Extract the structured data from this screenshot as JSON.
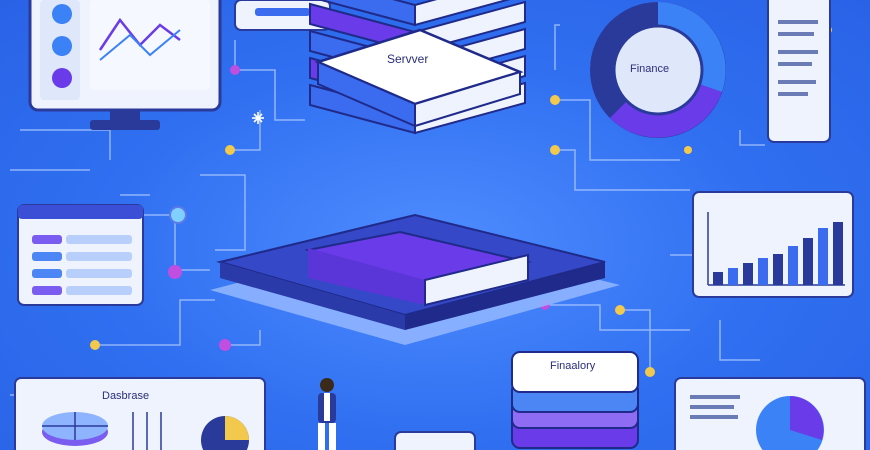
{
  "server_stack": {
    "title": "Servver"
  },
  "finance_chart": {
    "title": "Finance",
    "subtitle": ""
  },
  "finance_card": {
    "title": "Finaalory"
  },
  "database_panel": {
    "title": "Dasbrase"
  },
  "colors": {
    "background": "#2f6ff0",
    "accent_purple": "#6a3be8",
    "panel": "#eef3fd",
    "navy": "#2a3a9a"
  },
  "icons": [
    "monitor-icon",
    "database-icon",
    "person-icon",
    "pie-chart-icon",
    "bar-chart-icon",
    "document-icon",
    "sparkle-icon"
  ]
}
